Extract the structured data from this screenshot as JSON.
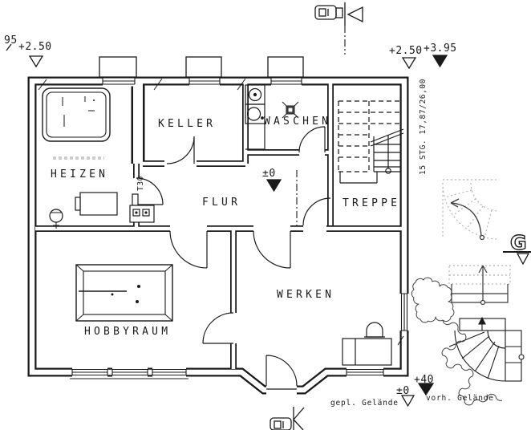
{
  "rooms": {
    "heizen": "HEIZEN",
    "keller": "KELLER",
    "waschen": "WASCHEN",
    "flur": "FLUR",
    "treppe": "TREPPE",
    "hobbyraum": "HOBBYRAUM",
    "werken": "WERKEN"
  },
  "labels": {
    "fire_door": "T30",
    "stair_note": "15 STG. 17,87/26,00",
    "grade_marker": "G"
  },
  "levels": {
    "top_left_partial": "95",
    "top_left": "+2.50",
    "top_right_a": "+2.50",
    "top_right_b": "+3.95",
    "floor": "±0",
    "entry": "±0",
    "terrain": "+40"
  },
  "terrain": {
    "planned": "gepl. Gelände",
    "existing": "vorh. Gelände"
  },
  "colors": {
    "ink": "#1a1a1a",
    "faint": "#b5b5b5",
    "paper": "#ffffff"
  }
}
